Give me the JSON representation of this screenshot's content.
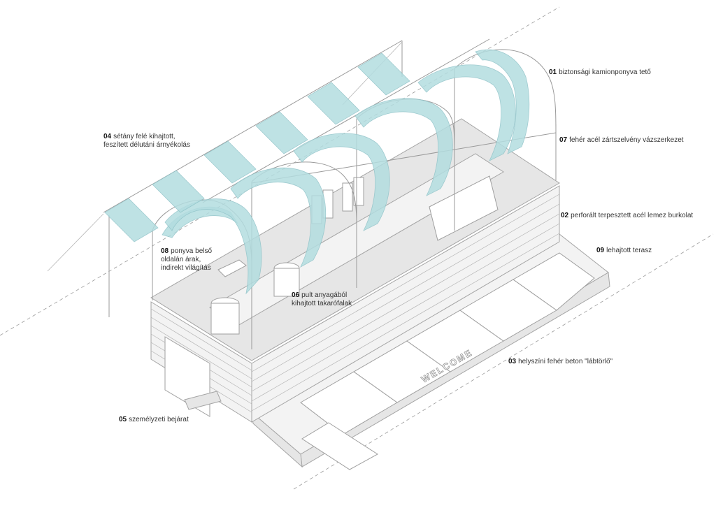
{
  "labels": [
    {
      "num": "01",
      "text": "biztonsági kamionponyva tető"
    },
    {
      "num": "07",
      "text": "fehér acél zártszelvény vázszerkezet"
    },
    {
      "num": "02",
      "text": "perforált terpesztett acél lemez burkolat"
    },
    {
      "num": "09",
      "text": "lehajtott terasz"
    },
    {
      "num": "03",
      "text": "helyszíni fehér beton \"lábtörlő\""
    },
    {
      "num": "05",
      "text": "személyzeti bejárat"
    },
    {
      "num": "04",
      "text": "sétány felé kihajtott,",
      "text2": "feszített délutáni árnyékolás"
    },
    {
      "num": "08",
      "text": "ponyva belső",
      "text2": "oldalán árak,",
      "text3": "indirekt világítás"
    },
    {
      "num": "06",
      "text": "pult anyagából",
      "text2": "kihajtott takarófalak"
    }
  ],
  "mat_text": "WELCOME",
  "colors": {
    "canopy": "#b3dde0",
    "line": "#9a9a9a",
    "slab": "#e6e6e6"
  }
}
